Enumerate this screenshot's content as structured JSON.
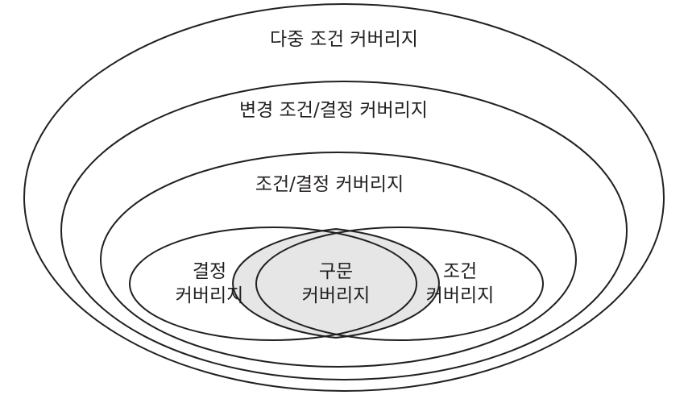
{
  "diagram": {
    "outer_labels": {
      "multiple_condition": "다중 조건 커버리지",
      "modified_condition_decision": "변경 조건/결정 커버리지",
      "condition_decision": "조건/결정 커버리지"
    },
    "decision": {
      "line1": "결정",
      "line2": "커버리지"
    },
    "statement": {
      "line1": "구문",
      "line2": "커버리지"
    },
    "condition": {
      "line1": "조건",
      "line2": "커버리지"
    },
    "colors": {
      "stroke": "#231f20",
      "overlap_fill": "#e6e6e6",
      "background": "#ffffff"
    }
  }
}
